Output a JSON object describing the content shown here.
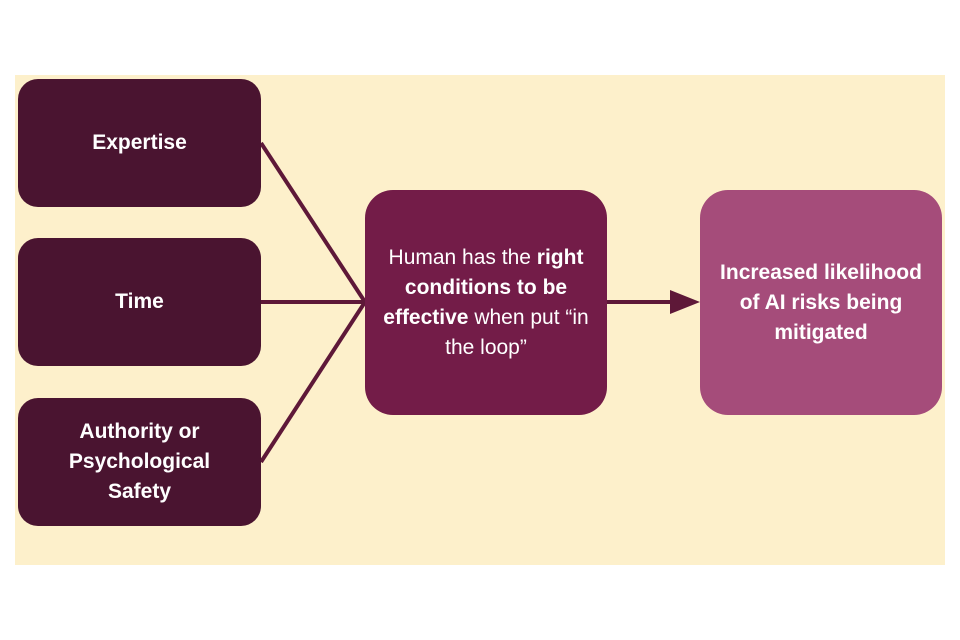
{
  "inputs": [
    {
      "label": "Expertise"
    },
    {
      "label": "Time"
    },
    {
      "label": "Authority or Psychological Safety"
    }
  ],
  "center": {
    "part1": "Human has the ",
    "bold": "right conditions to be effective",
    "part2": " when put “in the loop”"
  },
  "result": {
    "label": "Increased likelihood of AI risks being mitigated"
  },
  "colors": {
    "background": "#fdf0cb",
    "input_box": "#4a1430",
    "center_box": "#731c48",
    "result_box": "#a54c7a",
    "connector": "#5e1838"
  }
}
